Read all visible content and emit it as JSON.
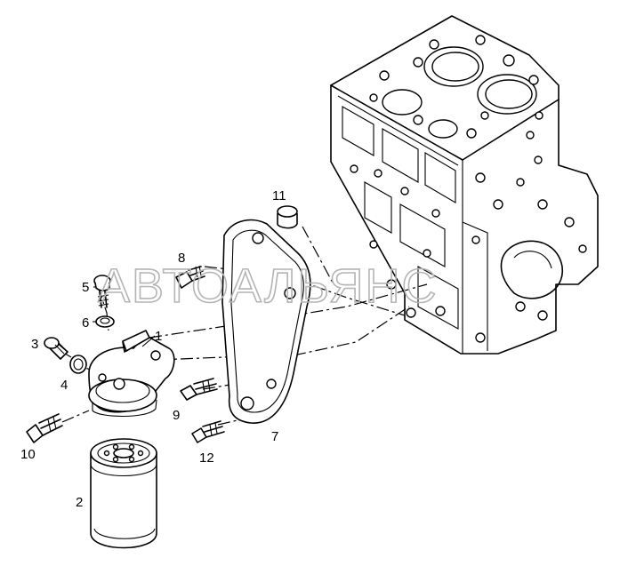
{
  "watermark": "АВТОАЛЬЯНС",
  "callouts": {
    "c1": "1",
    "c2": "2",
    "c3": "3",
    "c4": "4",
    "c5": "5",
    "c6": "6",
    "c7": "7",
    "c8": "8",
    "c9": "9",
    "c10": "10",
    "c11": "11",
    "c12": "12"
  }
}
